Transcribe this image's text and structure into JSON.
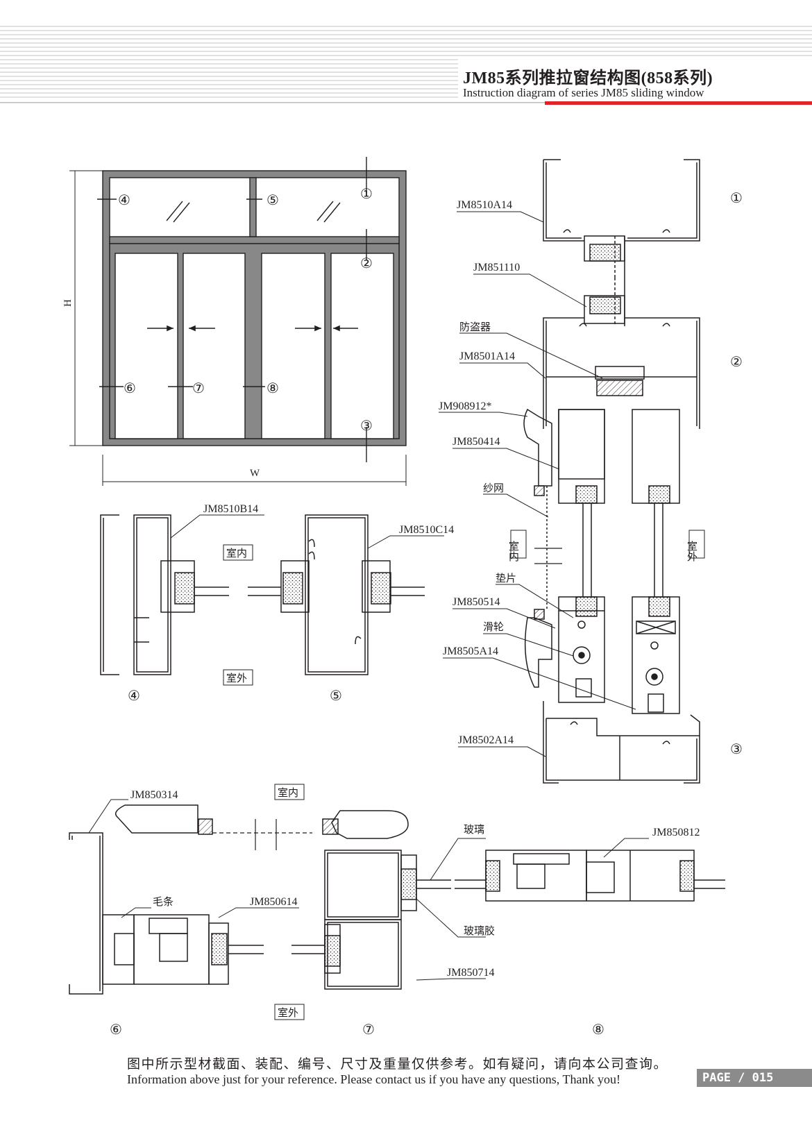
{
  "header": {
    "title_cn": "JM85系列推拉窗结构图(858系列)",
    "title_en": "Instruction diagram of series JM85 sliding window",
    "accent_color": "#e0232b"
  },
  "elevation": {
    "height_label": "H",
    "width_label": "W",
    "markers": [
      "①",
      "②",
      "③",
      "④",
      "⑤",
      "⑥",
      "⑦",
      "⑧"
    ]
  },
  "vertical_section": {
    "markers": [
      "①",
      "②",
      "③"
    ],
    "labels": {
      "l1": "JM8510A14",
      "l2": "JM851110",
      "l3": "防盗器",
      "l4": "JM8501A14",
      "l5": "JM908912*",
      "l6": "JM850414",
      "l7": "纱网",
      "l8": "垫片",
      "l9": "JM850514",
      "l10": "滑轮",
      "l11": "JM8505A14",
      "l12": "JM8502A14"
    },
    "indoor": "室内",
    "outdoor": "室外"
  },
  "section45": {
    "label_b": "JM8510B14",
    "label_c": "JM8510C14",
    "indoor": "室内",
    "outdoor": "室外",
    "marker_4": "④",
    "marker_5": "⑤"
  },
  "section678": {
    "labels": {
      "l1": "JM850314",
      "l2": "毛条",
      "l3": "JM850614",
      "l4": "玻璃",
      "l5": "玻璃胶",
      "l6": "JM850714",
      "l7": "JM850812"
    },
    "indoor": "室内",
    "outdoor": "室外",
    "marker_6": "⑥",
    "marker_7": "⑦",
    "marker_8": "⑧"
  },
  "footer": {
    "note_cn": "图中所示型材截面、装配、编号、尺寸及重量仅供参考。如有疑问，请向本公司查询。",
    "note_en": "Information above just for your reference. Please contact us if you have any questions, Thank you!",
    "page": "PAGE / 015"
  }
}
